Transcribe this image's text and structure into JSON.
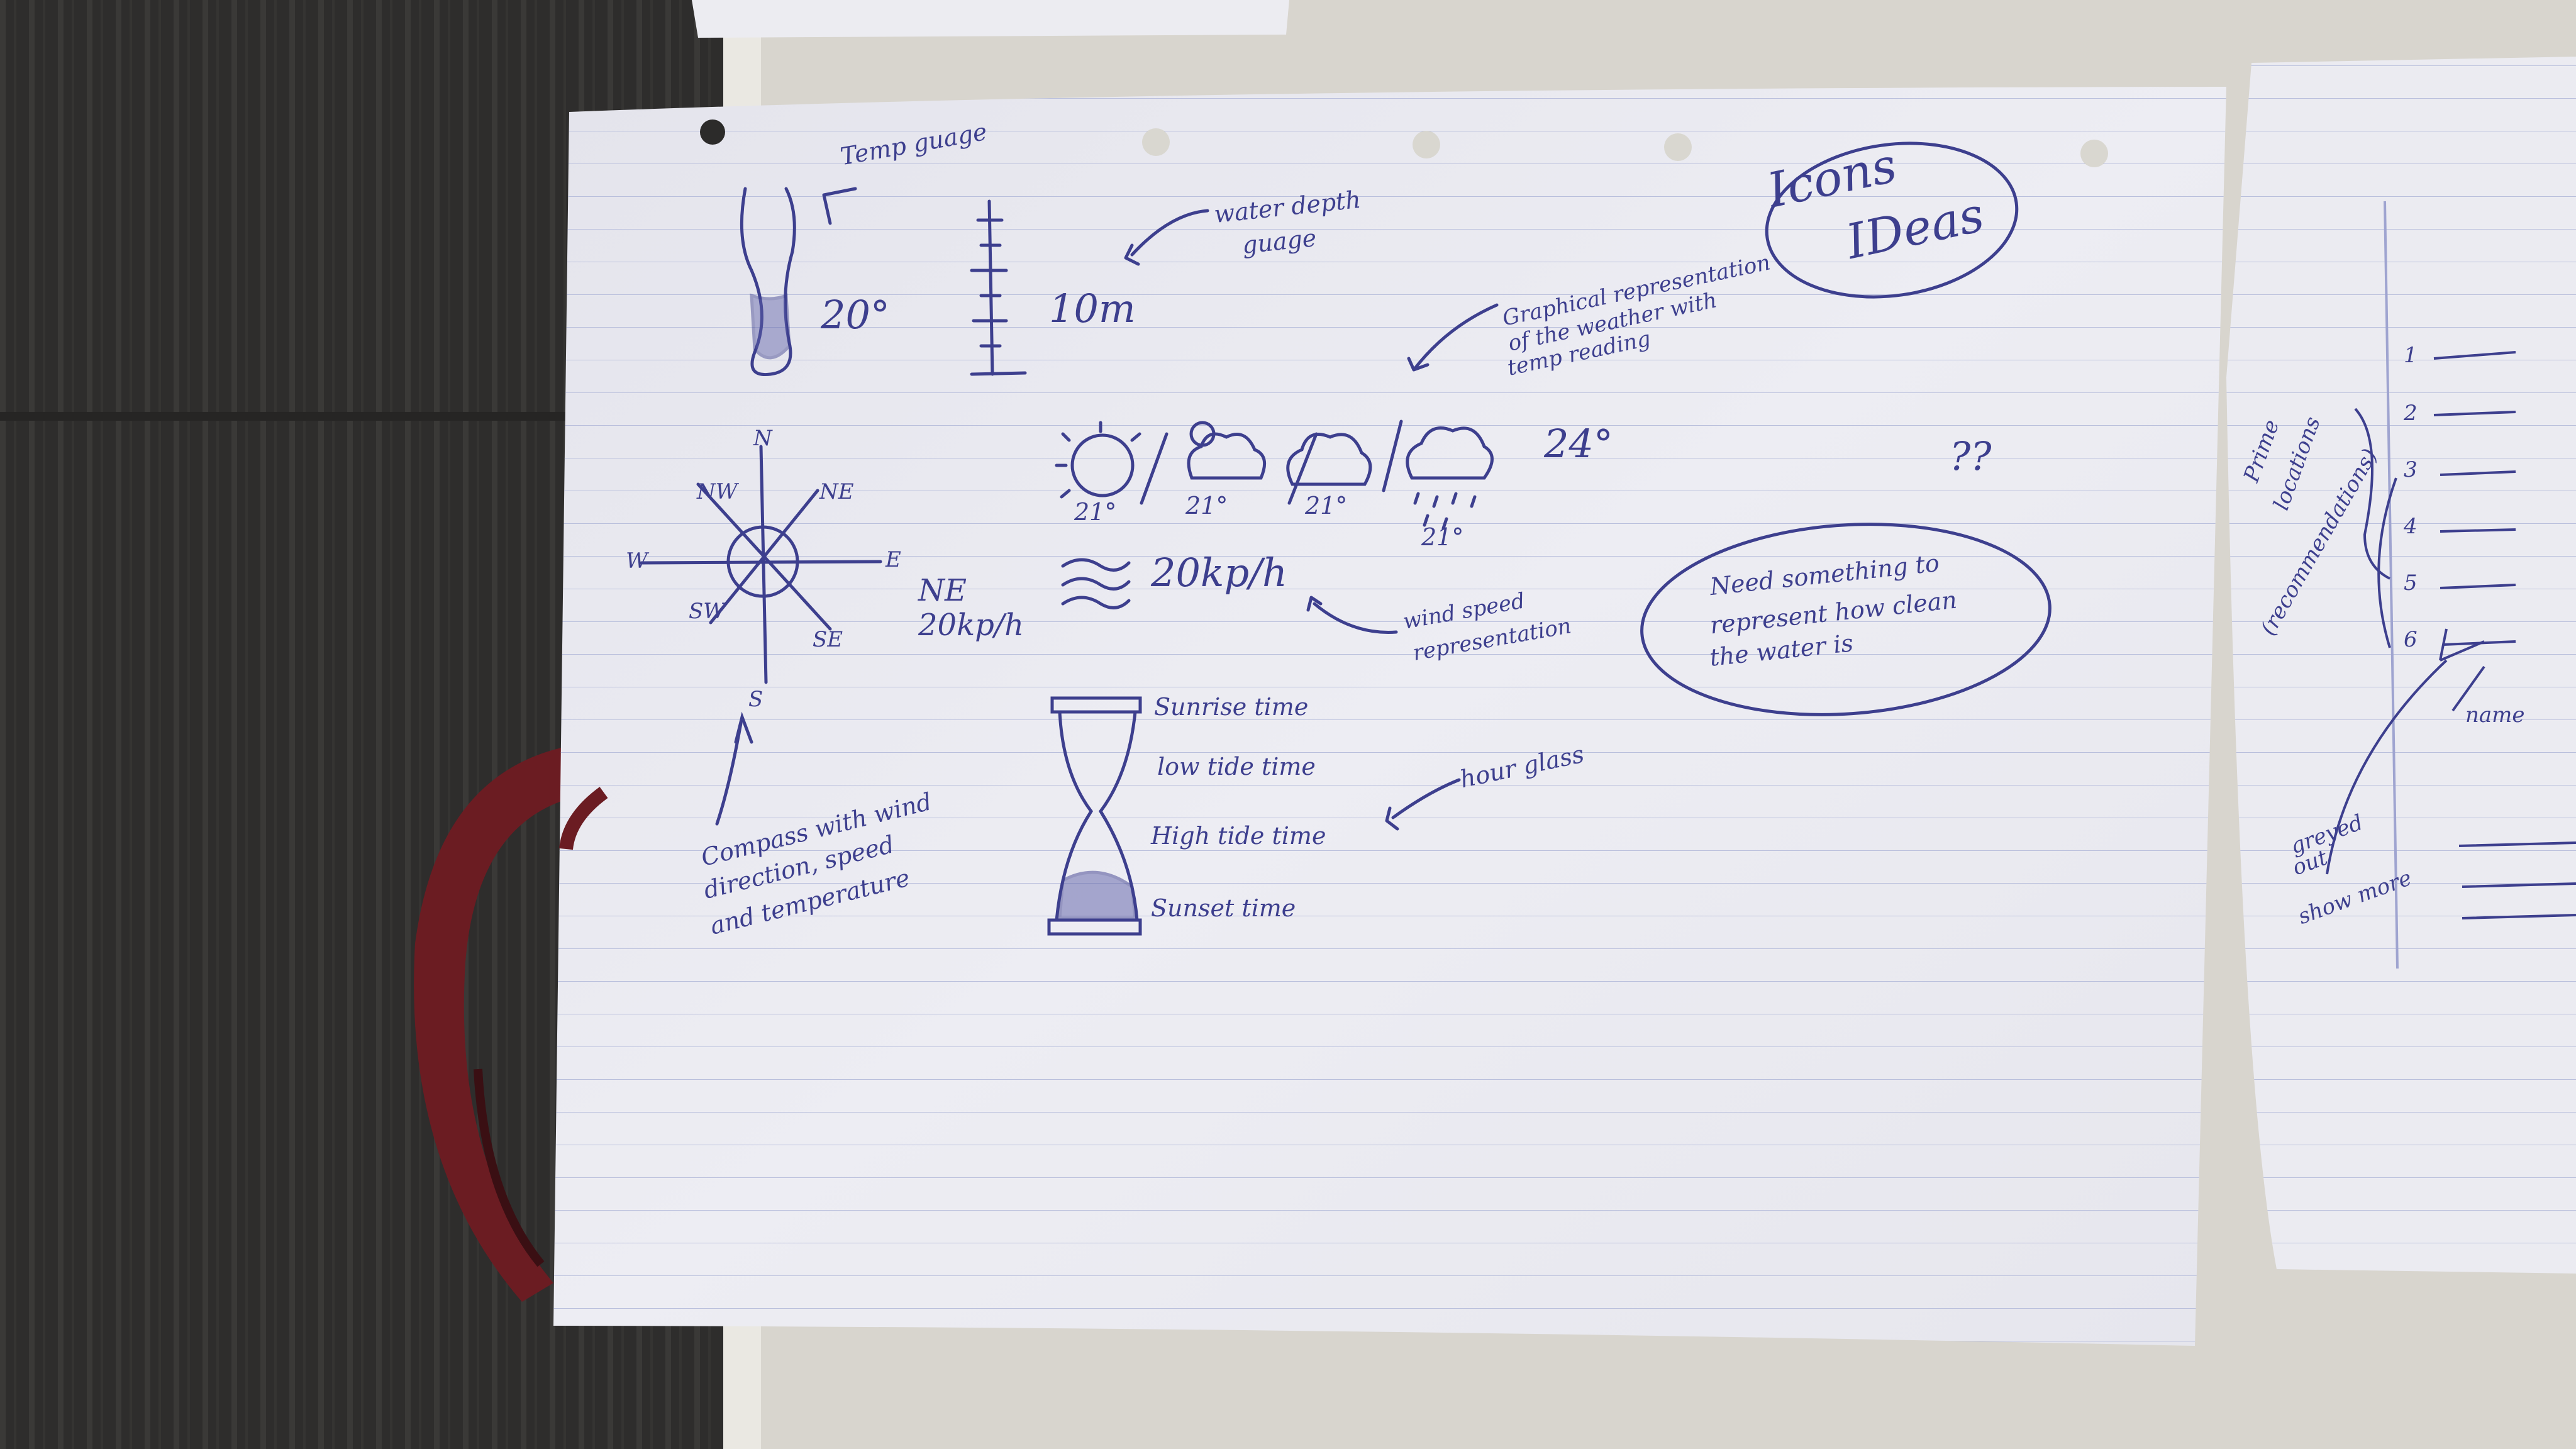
{
  "main_sheet": {
    "title": [
      "Icons",
      "IDeas"
    ],
    "temp_gauge": {
      "label": "Temp guage",
      "value": "20°"
    },
    "depth_gauge": {
      "label": [
        "water depth",
        "guage"
      ],
      "value": "10m"
    },
    "weather": {
      "note": [
        "Graphical representation",
        "of the weather with",
        "temp reading"
      ],
      "temps": [
        "21°",
        "21°",
        "21°",
        "21°"
      ],
      "current": "24°"
    },
    "compass": {
      "points": {
        "n": "N",
        "ne": "NE",
        "e": "E",
        "se": "SE",
        "s": "S",
        "sw": "SW",
        "w": "W",
        "nw": "NW"
      },
      "direction": "NE",
      "speed": "20kp/h",
      "note": [
        "Compass with wind",
        "direction, speed",
        "and temperature"
      ]
    },
    "wind": {
      "value": "20kp/h",
      "note": [
        "wind speed",
        "representation"
      ]
    },
    "unknown_marker": "??",
    "clarity_note": [
      "Need something to",
      "represent how clean",
      "the water is"
    ],
    "hourglass": {
      "times": [
        "Sunrise time",
        "low tide time",
        "High tide time",
        "Sunset time"
      ],
      "note": "hour glass"
    }
  },
  "right_sheet": {
    "side_note": [
      "Prime",
      "locations",
      "(recommendations)"
    ],
    "numbers": [
      "1",
      "2",
      "3",
      "4",
      "5",
      "6"
    ],
    "greyed_note": [
      "greyed",
      "out",
      "show more"
    ],
    "bottom_note": "name"
  },
  "colors": {
    "ink": "#3d3f8e",
    "paper": "#ececf2",
    "rule": "#b9bfdc",
    "margin": "#9fa4d0",
    "carpet": "#2f2e2d",
    "desk": "#d9d6cf"
  }
}
